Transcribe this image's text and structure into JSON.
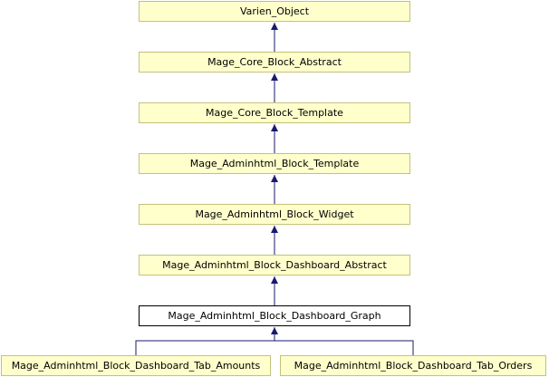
{
  "diagram": {
    "nodes": {
      "varien_object": "Varien_Object",
      "core_block_abstract": "Mage_Core_Block_Abstract",
      "core_block_template": "Mage_Core_Block_Template",
      "adminhtml_block_template": "Mage_Adminhtml_Block_Template",
      "adminhtml_block_widget": "Mage_Adminhtml_Block_Widget",
      "dashboard_abstract": "Mage_Adminhtml_Block_Dashboard_Abstract",
      "dashboard_graph": "Mage_Adminhtml_Block_Dashboard_Graph",
      "tab_amounts": "Mage_Adminhtml_Block_Dashboard_Tab_Amounts",
      "tab_orders": "Mage_Adminhtml_Block_Dashboard_Tab_Orders"
    },
    "colors": {
      "node_fill": "#ffffcc",
      "node_border": "#c2c27d",
      "current_fill": "#ffffff",
      "current_border": "#000000",
      "edge": "#1a1a6e"
    }
  }
}
